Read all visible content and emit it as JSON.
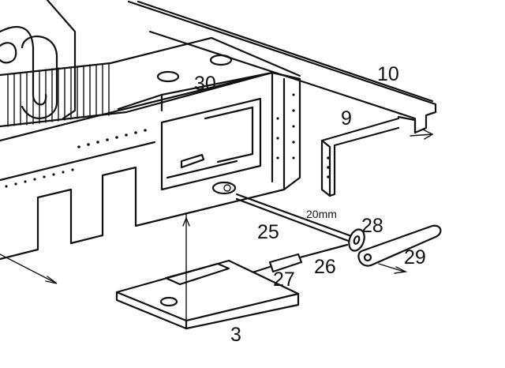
{
  "labels": {
    "part_10": "10",
    "part_30": "30",
    "part_9": "9",
    "part_25": "25",
    "part_dimension": "20mm",
    "part_28": "28",
    "part_26": "26",
    "part_27": "27",
    "part_29": "29",
    "part_3": "3"
  }
}
